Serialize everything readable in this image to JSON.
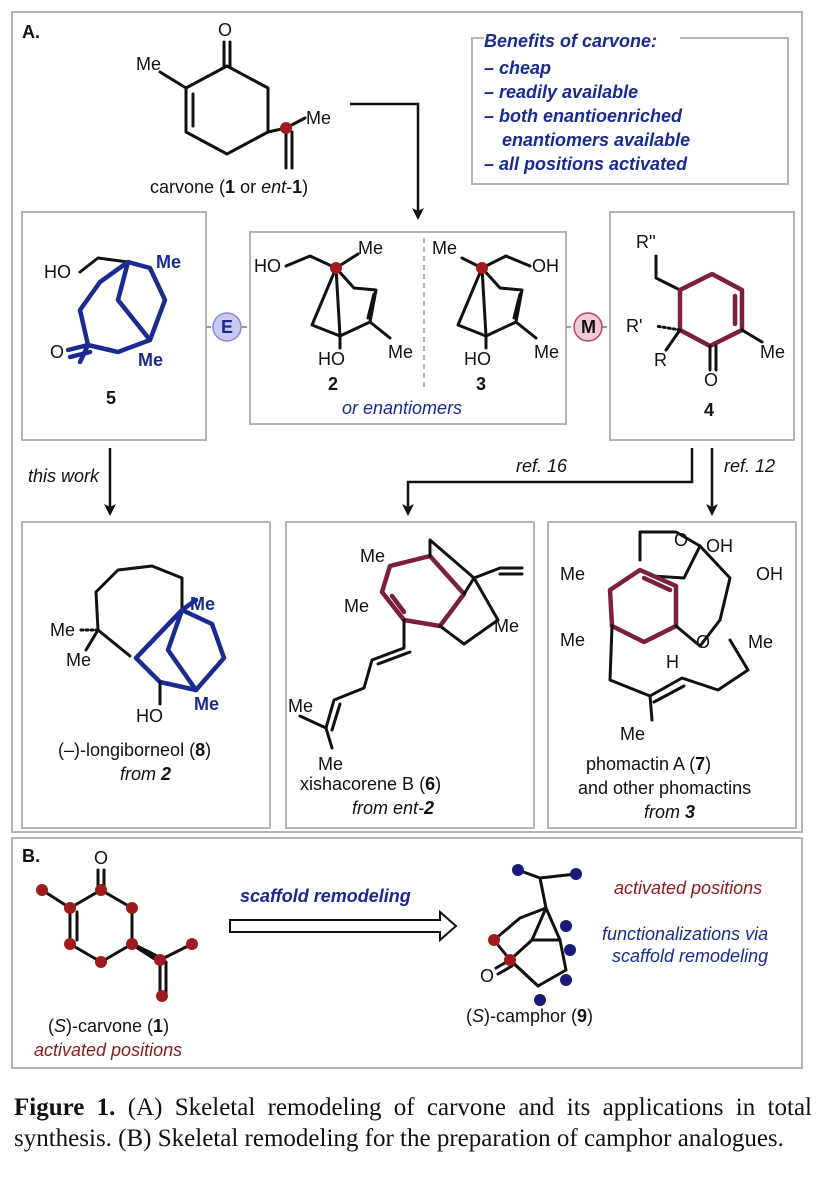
{
  "panel_a": {
    "label": "A.",
    "carvone_label": [
      "carvone (",
      "1",
      " or ",
      "ent",
      "-",
      "1",
      ")"
    ],
    "me": "Me",
    "o": "O",
    "benefits": {
      "title": "Benefits of carvone:",
      "items": [
        "– cheap",
        "– readily available",
        "– both enantioenriched",
        "enantiomers available",
        "– all positions activated"
      ]
    },
    "compound5": {
      "ho": "HO",
      "o": "O",
      "me": "Me",
      "number": "5"
    },
    "e_badge": "E",
    "m_badge": "M",
    "compound2": {
      "ho": "HO",
      "ho_bottom": "HO",
      "me": "Me",
      "number": "2"
    },
    "compound3": {
      "oh": "OH",
      "ho_bottom": "HO",
      "me": "Me",
      "number": "3"
    },
    "or_enantiomers": "or enantiomers",
    "compound4": {
      "r2": "R''",
      "r1": "R'",
      "r": "R",
      "o": "O",
      "me": "Me",
      "number": "4"
    },
    "this_work": "this work",
    "ref16": "ref. 16",
    "ref12": "ref. 12",
    "longiborneol": {
      "me": "Me",
      "ho": "HO",
      "name": [
        "(–)-longiborneol (",
        "8",
        ")"
      ],
      "from": [
        "from ",
        "2"
      ]
    },
    "xishacorene": {
      "me": "Me",
      "name": [
        "xishacorene B (",
        "6",
        ")"
      ],
      "from": [
        "from ",
        "ent",
        "-",
        "2"
      ]
    },
    "phomactin": {
      "oh": "OH",
      "o": "O",
      "me": "Me",
      "h": "H",
      "name": [
        "phomactin A (",
        "7",
        ")"
      ],
      "name2": "and other phomactins",
      "from": [
        "from ",
        "3"
      ]
    }
  },
  "panel_b": {
    "label": "B.",
    "o": "O",
    "carvone_label": [
      "(",
      "S",
      ")-carvone (",
      "1",
      ")"
    ],
    "activated_positions_left": "activated positions",
    "scaffold_remodeling": "scaffold remodeling",
    "camphor_label": [
      "(",
      "S",
      ")-camphor (",
      "9",
      ")"
    ],
    "activated_positions": "activated positions",
    "functionalizations": [
      "functionalizations via",
      "scaffold remodeling"
    ]
  },
  "caption": {
    "figure_label": "Figure 1.",
    "text": " (A) Skeletal remodeling of carvone and its applications in total synthesis. (B) Skeletal remodeling for the preparation of camphor analogues."
  },
  "colors": {
    "blue": "#1a2a8f",
    "red": "#a01c1c",
    "maroon": "#7a1f3d",
    "badge": "#c9c9f2",
    "badge_m": "#f2c9d6"
  }
}
